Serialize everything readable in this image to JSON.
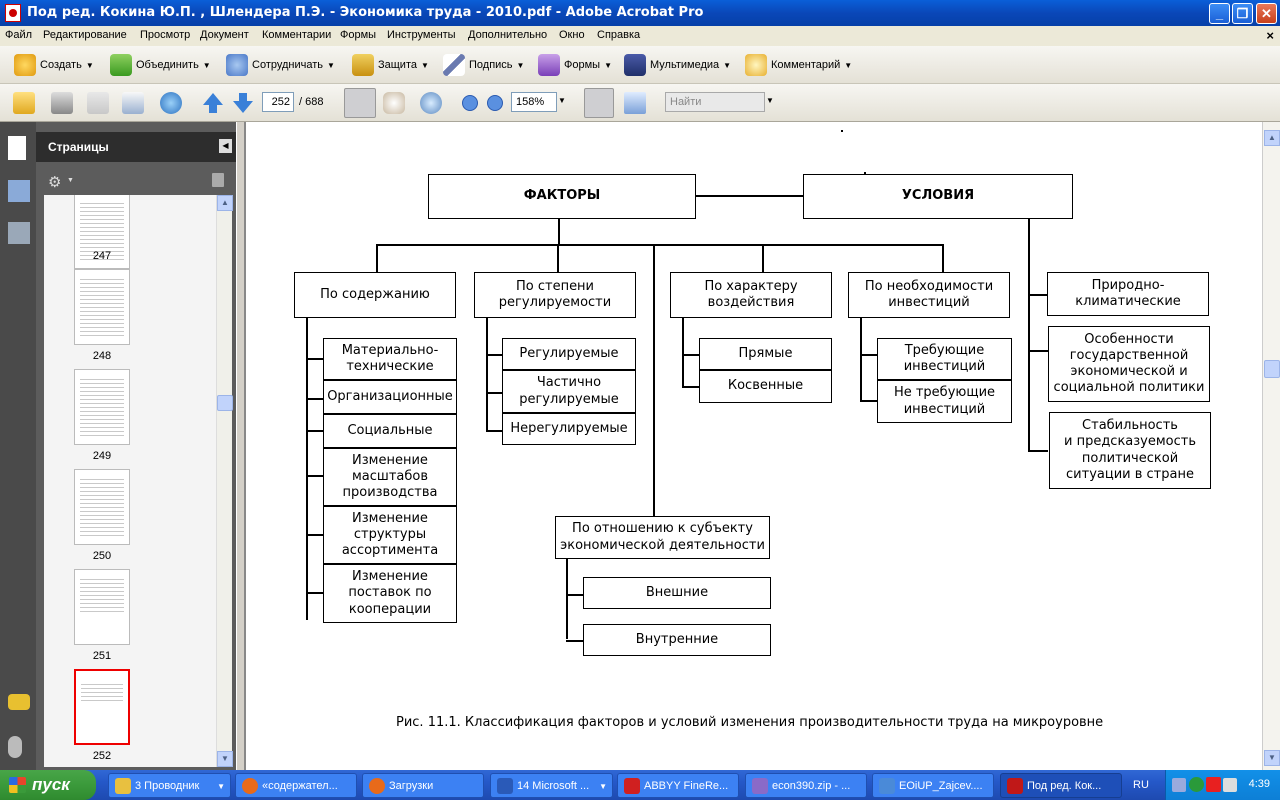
{
  "window": {
    "title": "Под ред. Кокина Ю.П. , Шлендера П.Э. - Экономика труда - 2010.pdf - Adobe Acrobat Pro",
    "min_symbol": "_",
    "max_symbol": "❐",
    "close_symbol": "✕"
  },
  "menu": {
    "items": [
      "Файл",
      "Редактирование",
      "Просмотр",
      "Документ",
      "Комментарии",
      "Формы",
      "Инструменты",
      "Дополнительно",
      "Окно",
      "Справка"
    ],
    "close_symbol": "×"
  },
  "toolbar": {
    "create": "Создать",
    "combine": "Объединить",
    "collaborate": "Сотрудничать",
    "secure": "Защита",
    "sign": "Подпись",
    "forms": "Формы",
    "multimedia": "Мультимедиа",
    "comment": "Комментарий"
  },
  "nav": {
    "page_current": "252",
    "page_total": "/  688",
    "zoom": "158%",
    "find_placeholder": "Найти"
  },
  "pages_panel": {
    "title": "Страницы",
    "thumbnails": [
      {
        "label": "247"
      },
      {
        "label": "248"
      },
      {
        "label": "249"
      },
      {
        "label": "250"
      },
      {
        "label": "251"
      },
      {
        "label": "252"
      }
    ],
    "selected_page": "252"
  },
  "diagram": {
    "top_left": "ФАКТОРЫ",
    "top_right": "УСЛОВИЯ",
    "col1_header": "По содержанию",
    "col1_items": [
      "Материально-\nтехнические",
      "Организационные",
      "Социальные",
      "Изменение\nмасштабов\nпроизводства",
      "Изменение\nструктуры\nассортимента",
      "Изменение\nпоставок по\nкооперации"
    ],
    "col2_header": "По степени\nрегулируемости",
    "col2_items": [
      "Регулируемые",
      "Частично\nрегулируемые",
      "Нерегулируемые"
    ],
    "col3_header": "По характеру\nвоздействия",
    "col3_items": [
      "Прямые",
      "Косвенные"
    ],
    "col4_header": "По необходимости\nинвестиций",
    "col4_items": [
      "Требующие\nинвестиций",
      "Не требующие\nинвестиций"
    ],
    "col5_items": [
      "Природно-\nклиматические",
      "Особенности\nгосударственной\nэкономической и\nсоциальной политики",
      "Стабильность\nи предсказуемость\nполитической\nситуации в стране"
    ],
    "subject_header": "По отношению к субъекту\nэкономической деятельности",
    "subject_items": [
      "Внешние",
      "Внутренние"
    ],
    "caption": "Рис. 11.1. Классификация факторов и условий изменения производительности труда на микроуровне"
  },
  "taskbar": {
    "start": "пуск",
    "tasks": [
      {
        "label": "3 Проводник",
        "color": "#e8c040"
      },
      {
        "label": "«содержател...",
        "color": "#e86a1a"
      },
      {
        "label": "Загрузки",
        "color": "#e86a1a"
      },
      {
        "label": "14 Microsoft ...",
        "color": "#2a5ab8"
      },
      {
        "label": "ABBYY FineRe...",
        "color": "#d02020"
      },
      {
        "label": "econ390.zip - ...",
        "color": "#8a6ac8"
      },
      {
        "label": "EOiUP_Zajcev....",
        "color": "#4a8ad8"
      },
      {
        "label": "Под ред. Кок...",
        "color": "#c01818"
      }
    ],
    "lang": "RU",
    "clock": "4:39"
  }
}
